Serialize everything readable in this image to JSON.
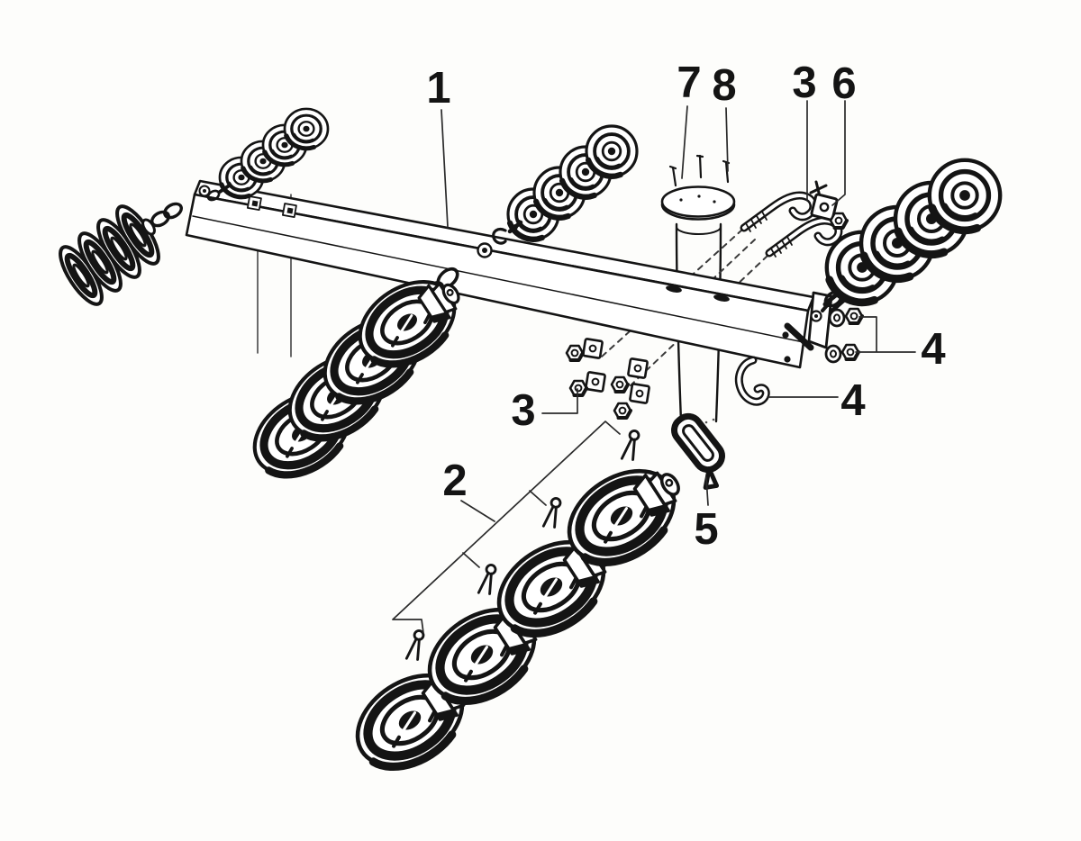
{
  "colors": {
    "background": "#fdfdfb",
    "ink": "#141414",
    "leader": "#2a2a2a"
  },
  "callouts": {
    "c1": {
      "label": "1"
    },
    "c7": {
      "label": "7"
    },
    "c8": {
      "label": "8"
    },
    "c3_bolts": {
      "label": "3"
    },
    "c6": {
      "label": "6"
    },
    "c4_washers": {
      "label": "4"
    },
    "c4_hook": {
      "label": "4"
    },
    "c3_nuts": {
      "label": "3"
    },
    "c2": {
      "label": "2"
    },
    "c5": {
      "label": "5"
    }
  }
}
